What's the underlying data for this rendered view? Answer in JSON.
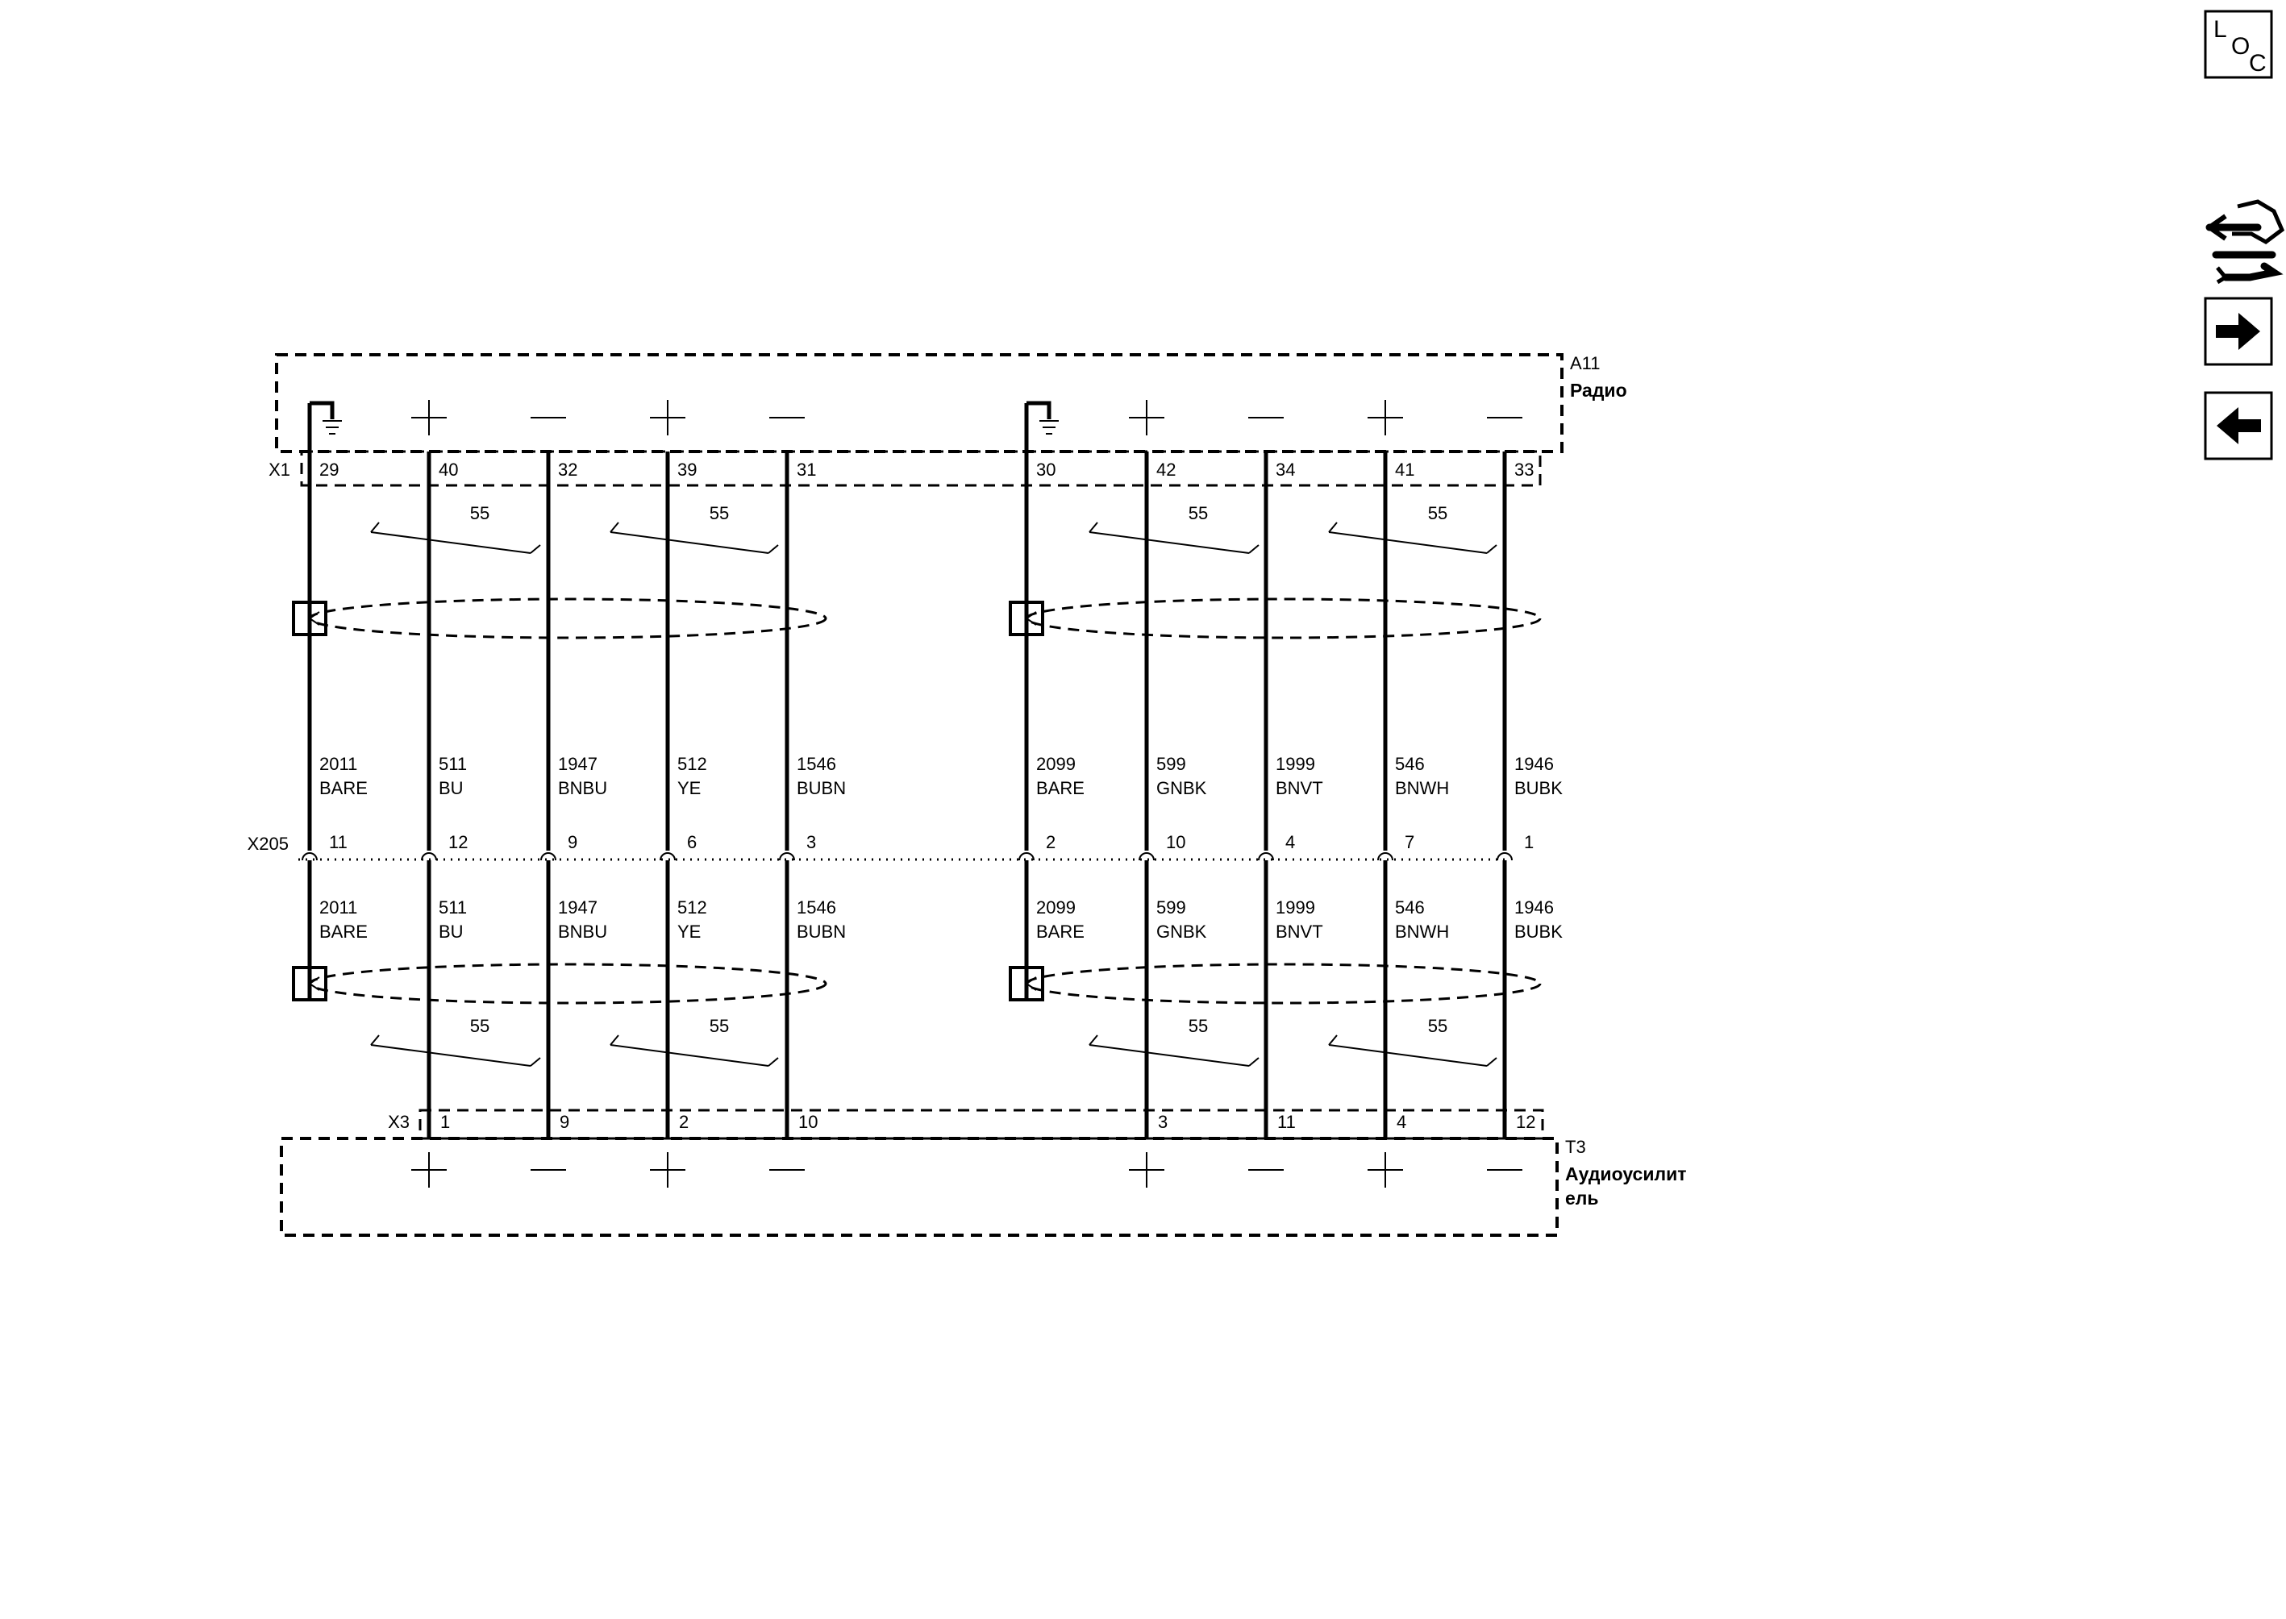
{
  "components": {
    "radio": {
      "ref": "A11",
      "name": "Радио",
      "connector": "X1"
    },
    "amp": {
      "ref": "T3",
      "name_line1": "Аудиоусилит",
      "name_line2": "ель",
      "connector": "X3"
    },
    "inline_connector": "X205"
  },
  "twist_label": "55",
  "nav": {
    "loc_l": "L",
    "loc_o": "O",
    "loc_c": "C"
  },
  "icons": {
    "loc": "loc-icon",
    "service": "wrench-arrows-icon",
    "forward": "arrow-right-icon",
    "back": "arrow-left-icon"
  },
  "wires": [
    {
      "x1_pin": "29",
      "x205_pin": "11",
      "x3_pin": "",
      "circuit": "2011",
      "color": "BARE",
      "radio_symbol": "ground",
      "amp_symbol": ""
    },
    {
      "x1_pin": "40",
      "x205_pin": "12",
      "x3_pin": "1",
      "circuit": "511",
      "color": "BU",
      "radio_symbol": "+",
      "amp_symbol": "+"
    },
    {
      "x1_pin": "32",
      "x205_pin": "9",
      "x3_pin": "9",
      "circuit": "1947",
      "color": "BNBU",
      "radio_symbol": "−",
      "amp_symbol": "−"
    },
    {
      "x1_pin": "39",
      "x205_pin": "6",
      "x3_pin": "2",
      "circuit": "512",
      "color": "YE",
      "radio_symbol": "+",
      "amp_symbol": "+"
    },
    {
      "x1_pin": "31",
      "x205_pin": "3",
      "x3_pin": "10",
      "circuit": "1546",
      "color": "BUBN",
      "radio_symbol": "−",
      "amp_symbol": "−"
    },
    {
      "x1_pin": "30",
      "x205_pin": "2",
      "x3_pin": "",
      "circuit": "2099",
      "color": "BARE",
      "radio_symbol": "ground",
      "amp_symbol": ""
    },
    {
      "x1_pin": "42",
      "x205_pin": "10",
      "x3_pin": "3",
      "circuit": "599",
      "color": "GNBK",
      "radio_symbol": "+",
      "amp_symbol": "+"
    },
    {
      "x1_pin": "34",
      "x205_pin": "4",
      "x3_pin": "11",
      "circuit": "1999",
      "color": "BNVT",
      "radio_symbol": "−",
      "amp_symbol": "−"
    },
    {
      "x1_pin": "41",
      "x205_pin": "7",
      "x3_pin": "4",
      "circuit": "546",
      "color": "BNWH",
      "radio_symbol": "+",
      "amp_symbol": "+"
    },
    {
      "x1_pin": "33",
      "x205_pin": "1",
      "x3_pin": "12",
      "circuit": "1946",
      "color": "BUBK",
      "radio_symbol": "−",
      "amp_symbol": "−"
    }
  ]
}
